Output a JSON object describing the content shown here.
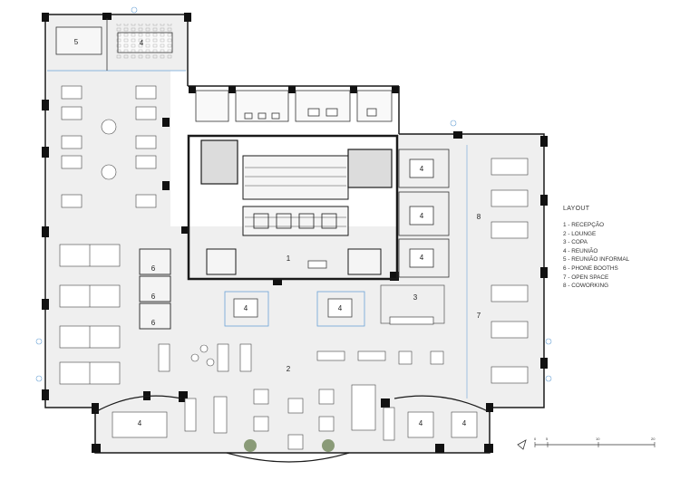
{
  "legend": {
    "title": "LAYOUT",
    "items": [
      "1 - RECEPÇÃO",
      "2 - LOUNGE",
      "3 - COPA",
      "4 - REUNIÃO",
      "5 - REUNIÃO INFORMAL",
      "6 - PHONE BOOTHS",
      "7 - OPEN SPACE",
      "8 - COWORKING"
    ]
  },
  "scale": {
    "ticks": [
      "0",
      "5",
      "10",
      "20"
    ]
  },
  "zones": {
    "reception": "1",
    "lounge": "2",
    "copa": "3",
    "meeting": "4",
    "informal_meeting": "5",
    "phone_booth": "6",
    "open_space": "7",
    "coworking": "8"
  },
  "colors": {
    "wall": "#1a1a1a",
    "floor": "#efefef",
    "line": "#555555",
    "partition": "#6aa3d6"
  }
}
